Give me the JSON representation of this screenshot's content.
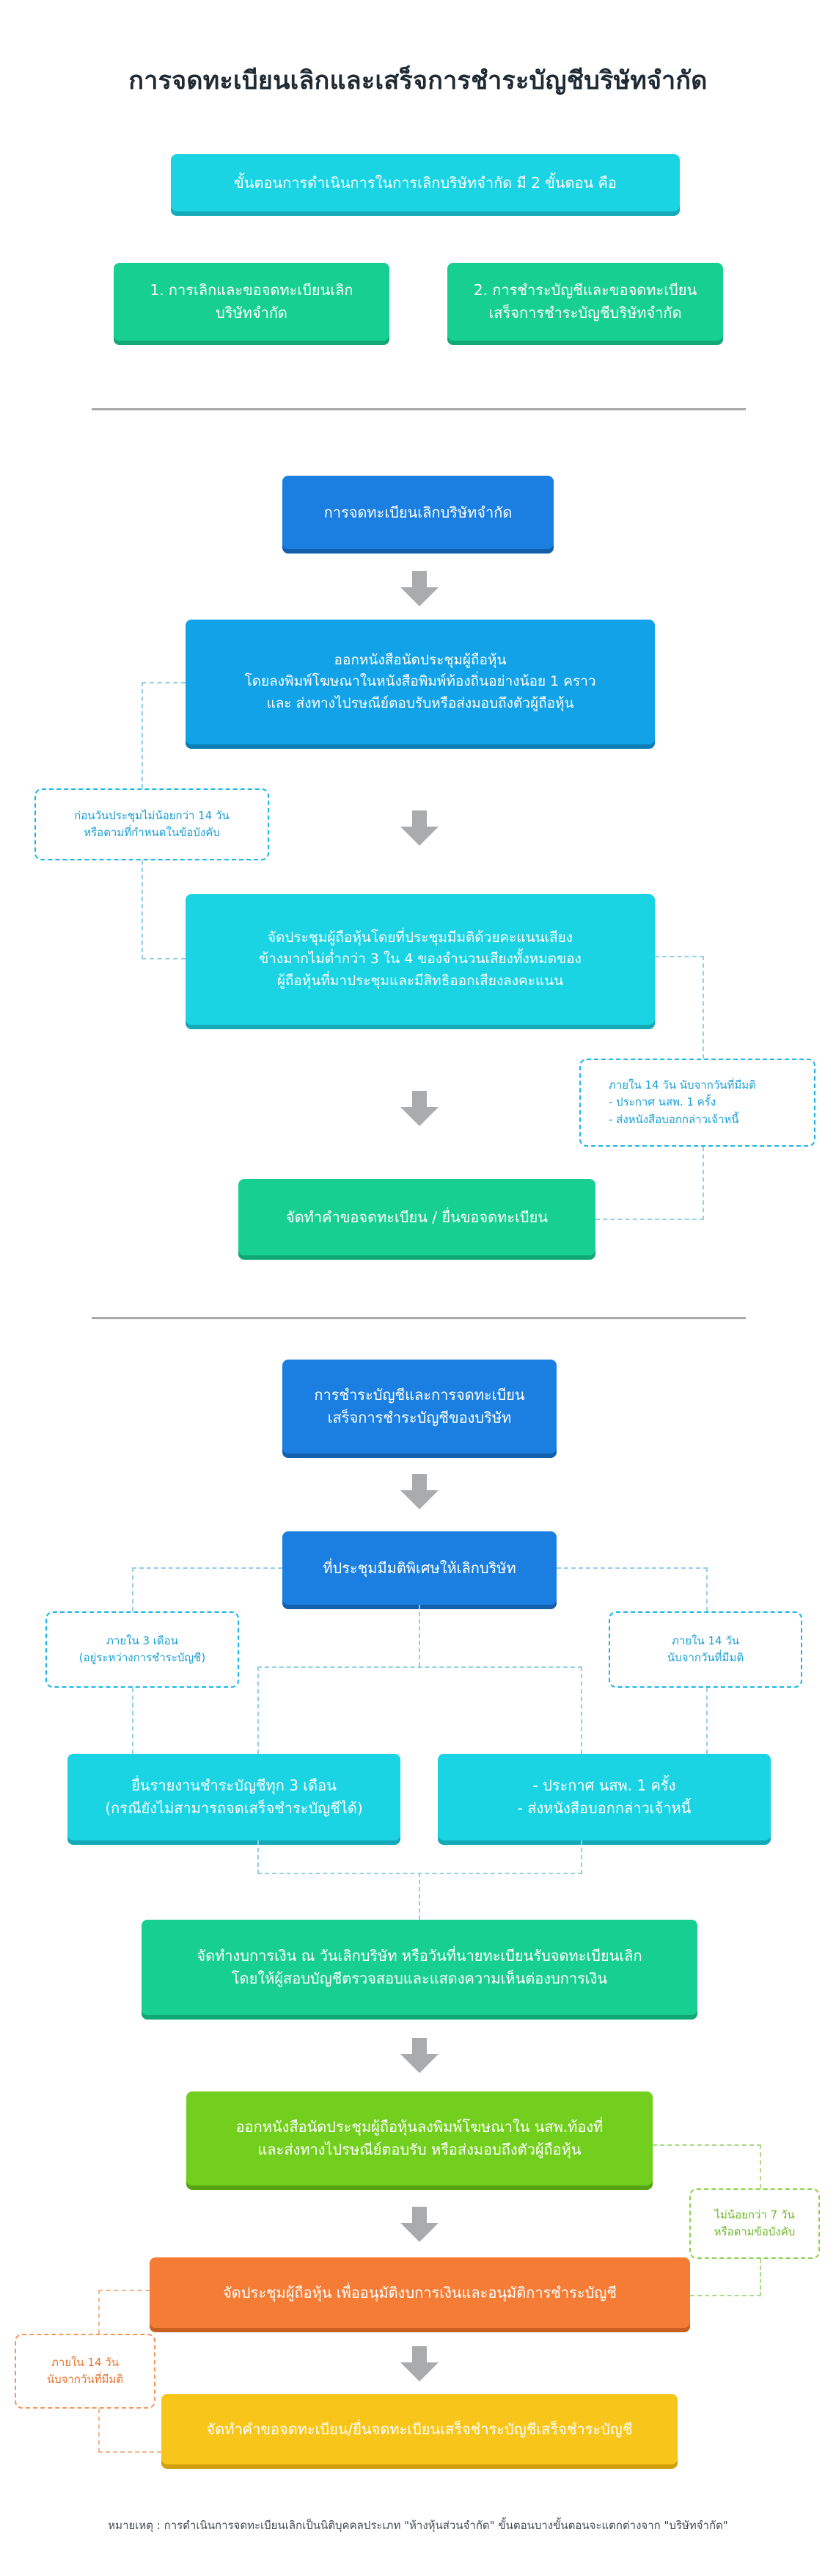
{
  "title": "การจดทะเบียนเลิกและเสร็จการชำระบัญชีบริษัทจำกัด",
  "intro": {
    "header": "ขั้นตอนการดำเนินการในการเลิกบริษัทจำกัด มี 2 ขั้นตอน คือ",
    "step1": "1. การเลิกและขอจดทะเบียนเลิก\nบริษัทจำกัด",
    "step2": "2. การชำระบัญชีและขอจดทะเบียน\nเสร็จการชำระบัญชีบริษัทจำกัด"
  },
  "section1": {
    "header": "การจดทะเบียนเลิกบริษัทจำกัด",
    "notice": "ออกหนังสือนัดประชุมผู้ถือหุ้น\nโดยลงพิมพ์โฆษณาในหนังสือพิมพ์ท้องถิ่นอย่างน้อย 1 คราว\nและ ส่งทางไปรษณีย์ตอบรับหรือส่งมอบถึงตัวผู้ถือหุ้น",
    "note_before_meeting": "ก่อนวันประชุมไม่น้อยกว่า 14 วัน\nหรือตามที่กำหนดในข้อบังคับ",
    "meeting": "จัดประชุมผู้ถือหุ้นโดยที่ประชุมมีมติด้วยคะแนนเสียง\nข้างมากไม่ต่ำกว่า 3 ใน 4 ของจำนวนเสียงทั้งหมดของ\nผู้ถือหุ้นที่มาประชุมและมีสิทธิออกเสียงลงคะแนน",
    "note_after_resolution": "ภายใน 14 วัน นับจากวันที่มีมติ\n- ประกาศ นสพ. 1 ครั้ง\n- ส่งหนังสือบอกกล่าวเจ้าหนี้",
    "register": "จัดทำคำขอจดทะเบียน / ยื่นขอจดทะเบียน"
  },
  "section2": {
    "header": "การชำระบัญชีและการจดทะเบียน\nเสร็จการชำระบัญชีของบริษัท",
    "resolution": "ที่ประชุมมีมติพิเศษให้เลิกบริษัท",
    "note_left": "ภายใน 3 เดือน\n(อยู่ระหว่างการชำระบัญชี)",
    "note_right": "ภายใน 14 วัน\nนับจากวันที่มีมติ",
    "report": "ยื่นรายงานชำระบัญชีทุก 3 เดือน\n(กรณียังไม่สามารถจดเสร็จชำระบัญชีได้)",
    "announce": "- ประกาศ นสพ. 1 ครั้ง\n- ส่งหนังสือบอกกล่าวเจ้าหนี้",
    "financial": "จัดทำงบการเงิน ณ วันเลิกบริษัท หรือวันที่นายทะเบียนรับจดทะเบียนเลิก\nโดยให้ผู้สอบบัญชีตรวจสอบและแสดงความเห็นต่องบการเงิน",
    "notice": "ออกหนังสือนัดประชุมผู้ถือหุ้นลงพิมพ์โฆษณาใน นสพ.ท้องที่\nและส่งทางไปรษณีย์ตอบรับ หรือส่งมอบถึงตัวผู้ถือหุ้น",
    "note_7days": "ไม่น้อยกว่า 7 วัน\nหรือตามข้อบังคับ",
    "meeting": "จัดประชุมผู้ถือหุ้น เพื่ออนุมัติงบการเงินและอนุมัติการชำระบัญชี",
    "note_14days": "ภายใน 14 วัน\nนับจากวันที่มีมติ",
    "register": "จัดทำคำขอจดทะเบียน/ยื่นจดทะเบียนเสร็จชำระบัญชีเสร็จชำระบัญชี"
  },
  "footer": "หมายเหตุ : การดำเนินการจดทะเบียนเลิกเป็นนิติบุคคลประเภท \"ห้างหุ้นส่วนจำกัด\" ขั้นตอนบางขั้นตอนจะแตกต่างจาก \"บริษัทจำกัด\"",
  "colors": {
    "cyan": "#1ad3e3",
    "green": "#18cf92",
    "blue": "#1a7fe0",
    "light_blue": "#11a2e8",
    "lime": "#72cf1d",
    "orange": "#f47c35",
    "yellow": "#f8c51a",
    "arrow": "#a9abad"
  }
}
